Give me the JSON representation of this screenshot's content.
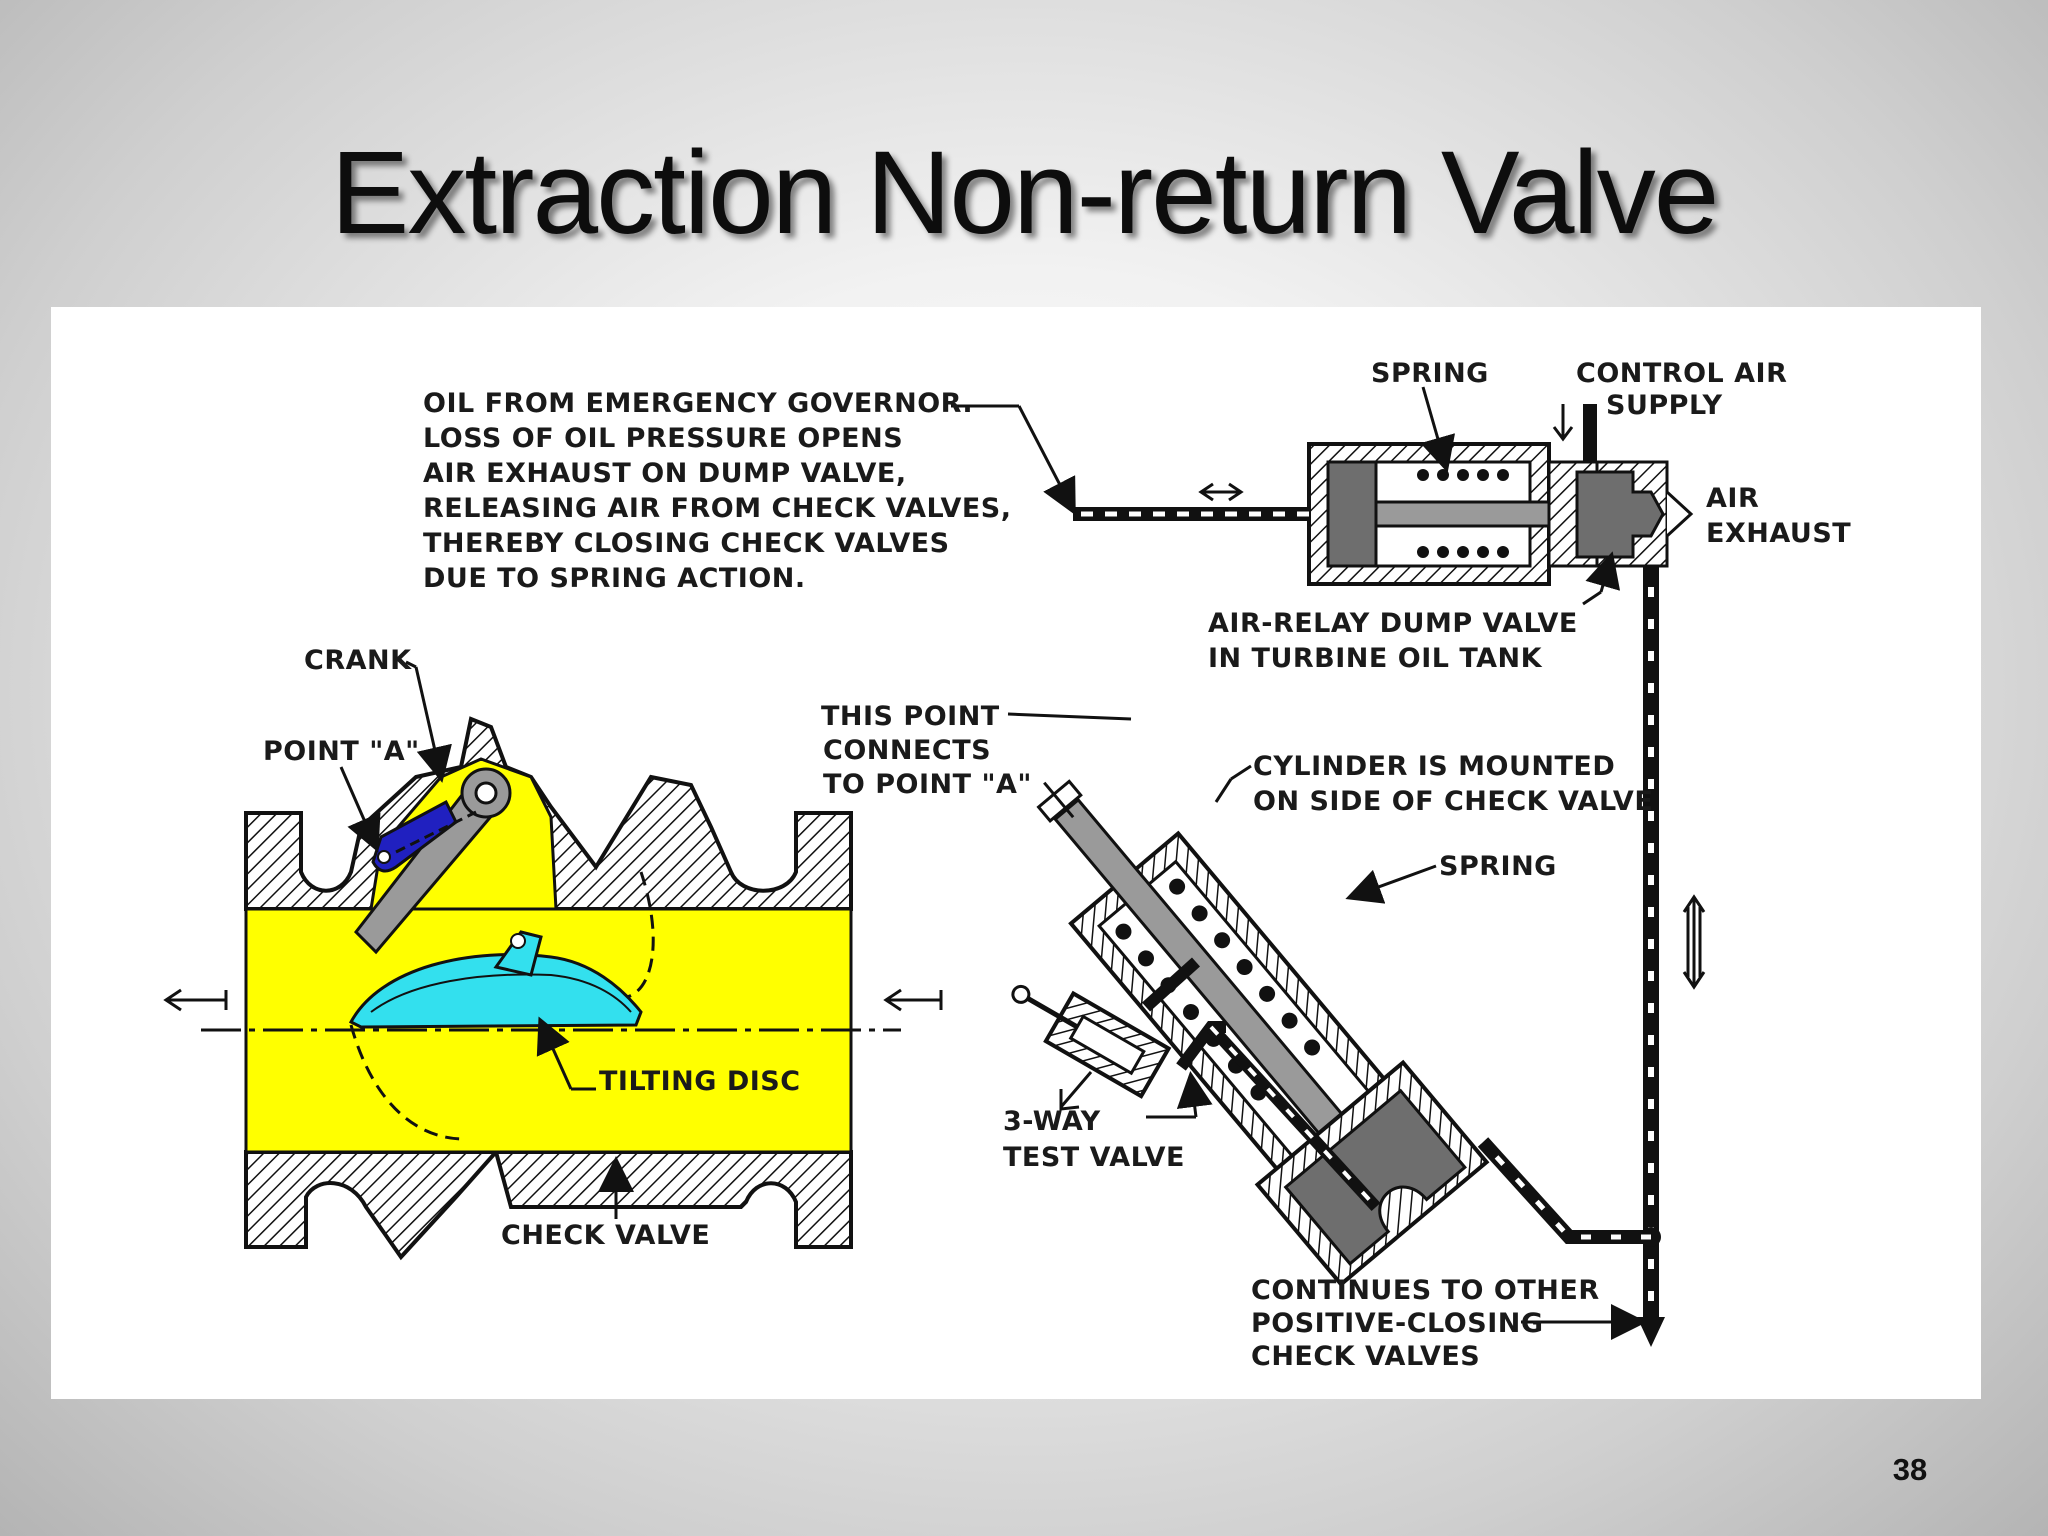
{
  "slide": {
    "title": "Extraction Non-return Valve",
    "page_number": "38"
  },
  "diagram": {
    "labels": {
      "governor_line1": "OIL FROM EMERGENCY GOVERNOR.",
      "governor_line2": "LOSS OF OIL PRESSURE OPENS",
      "governor_line3": "AIR EXHAUST ON DUMP VALVE,",
      "governor_line4": "RELEASING AIR FROM CHECK VALVES,",
      "governor_line5": "THEREBY CLOSING CHECK VALVES",
      "governor_line6": "DUE TO SPRING ACTION.",
      "spring_top": "SPRING",
      "control_air_line1": "CONTROL AIR",
      "control_air_line2": "SUPPLY",
      "air_exhaust_line1": "AIR",
      "air_exhaust_line2": "EXHAUST",
      "dump_valve_line1": "AIR-RELAY DUMP VALVE",
      "dump_valve_line2": "IN TURBINE OIL TANK",
      "crank": "CRANK",
      "point_a": "POINT \"A\"",
      "this_point_line1": "THIS POINT",
      "this_point_line2": "CONNECTS",
      "this_point_line3": "TO POINT \"A\"",
      "cylinder_line1": "CYLINDER IS MOUNTED",
      "cylinder_line2": "ON SIDE OF CHECK VALVE",
      "spring_mid": "SPRING",
      "tilting_disc": "TILTING DISC",
      "three_way_line1": "3-WAY",
      "three_way_line2": "TEST VALVE",
      "check_valve": "CHECK VALVE",
      "continues_line1": "CONTINUES TO OTHER",
      "continues_line2": "POSITIVE-CLOSING",
      "continues_line3": "CHECK VALVES"
    },
    "colors": {
      "flow_passage": "#ffff00",
      "crank_arm": "#2020c0",
      "tilting_disc": "#33e0ee",
      "metal_grey": "#9a9a9a",
      "dark_grey": "#6e6e6e"
    }
  }
}
